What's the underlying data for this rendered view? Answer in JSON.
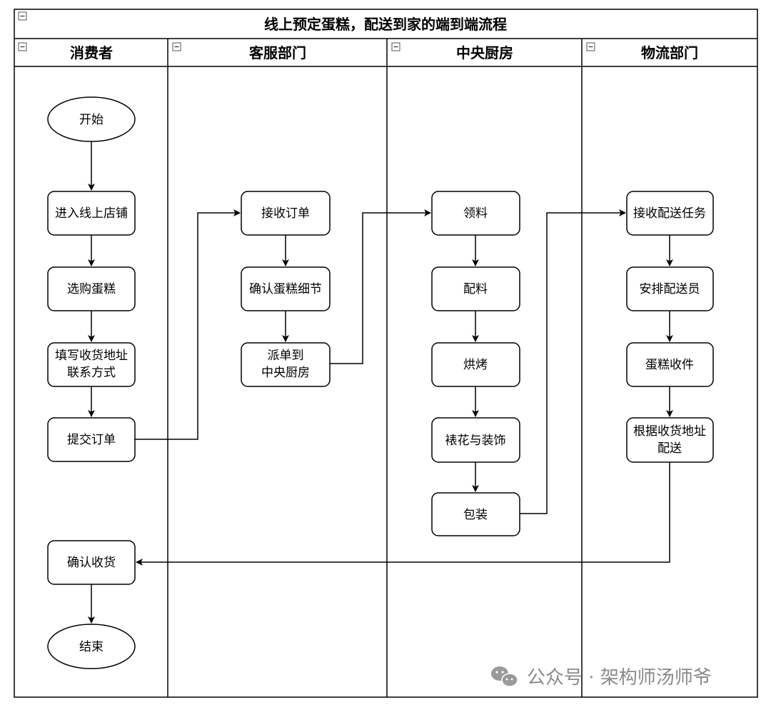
{
  "diagram_title": "线上预定蛋糕，配送到家的端到端流程",
  "lanes": [
    {
      "name": "消费者"
    },
    {
      "name": "客服部门"
    },
    {
      "name": "中央厨房"
    },
    {
      "name": "物流部门"
    }
  ],
  "nodes": {
    "start": "开始",
    "enter_store": "进入线上店铺",
    "choose_cake": "选购蛋糕",
    "fill_address_1": "填写收货地址",
    "fill_address_2": "联系方式",
    "submit_order": "提交订单",
    "confirm_receipt": "确认收货",
    "end": "结束",
    "receive_order": "接收订单",
    "confirm_details": "确认蛋糕细节",
    "dispatch_1": "派单到",
    "dispatch_2": "中央厨房",
    "pick_material": "领料",
    "prepare_material": "配料",
    "bake": "烘烤",
    "decorate": "裱花与装饰",
    "pack": "包装",
    "receive_task": "接收配送任务",
    "assign_courier": "安排配送员",
    "cake_pickup": "蛋糕收件",
    "deliver_1": "根据收货地址",
    "deliver_2": "配送"
  },
  "watermark": "公众号 · 架构师汤师爷",
  "icons": {
    "collapse": "collapse-minus-icon",
    "watermark": "wechat-icon"
  },
  "colors": {
    "stroke": "#000000",
    "fill": "#ffffff",
    "watermark": "#8a8a8a"
  }
}
